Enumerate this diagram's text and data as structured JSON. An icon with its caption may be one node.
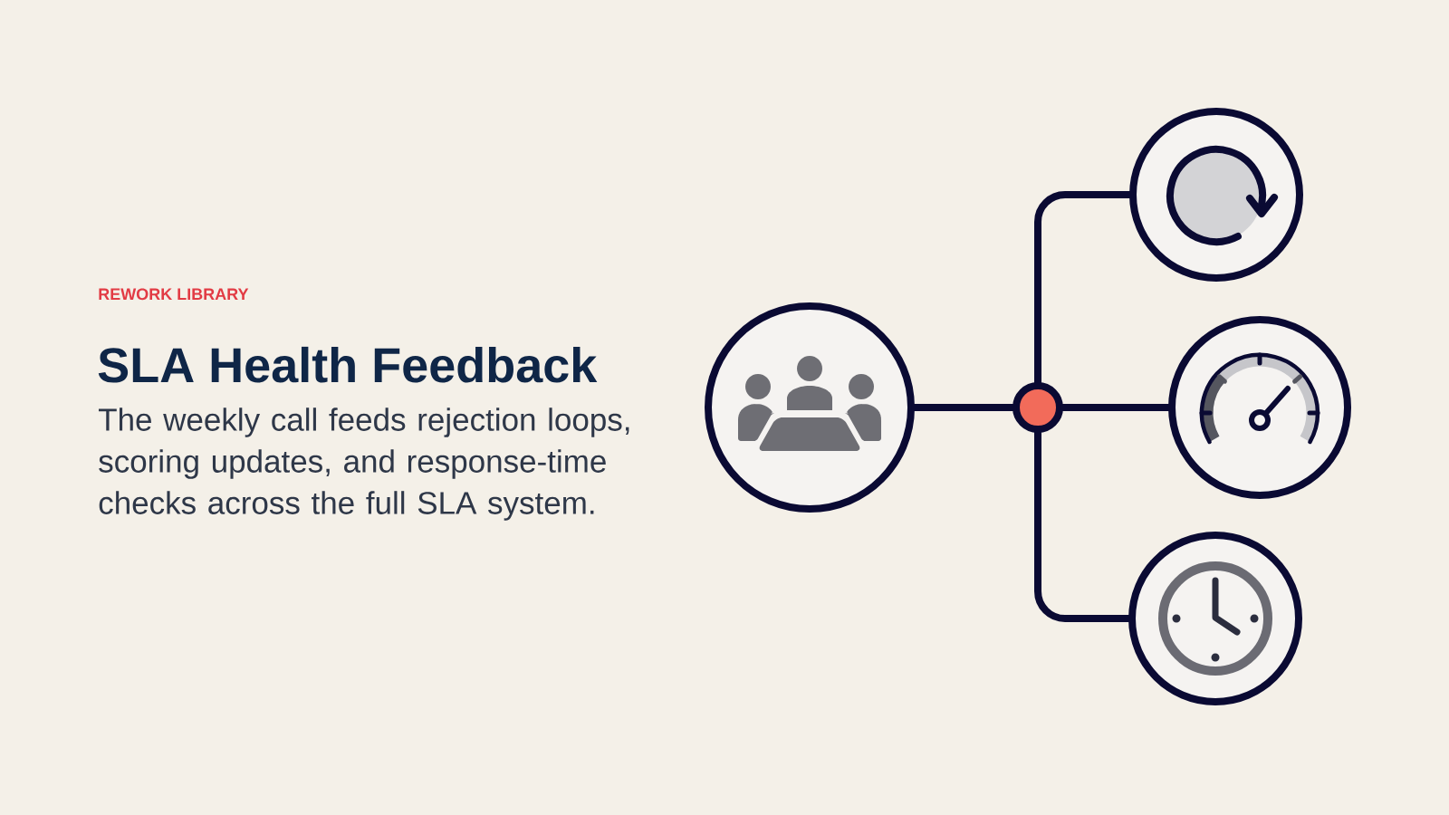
{
  "diagram": {
    "title": "SLA Health Feedback",
    "nodes": [
      {
        "text": [],
        "shape": "circle"
      },
      {
        "text": [],
        "shape": "circle"
      },
      {
        "text": [],
        "shape": "circle"
      },
      {
        "text": [],
        "shape": "circle"
      },
      {
        "text": [],
        "shape": "circle"
      }
    ],
    "edges": [
      {
        "from": 0,
        "to": 1,
        "arrow": "none"
      },
      {
        "from": 1,
        "to": 2,
        "arrow": "none"
      },
      {
        "from": 1,
        "to": 3,
        "arrow": "none"
      },
      {
        "from": 1,
        "to": 4,
        "arrow": "none"
      }
    ],
    "labels": [
      "REWORK LIBRARY",
      "The weekly call feeds rejection loops, scoring updates, and response-time checks across the full SLA system."
    ]
  }
}
